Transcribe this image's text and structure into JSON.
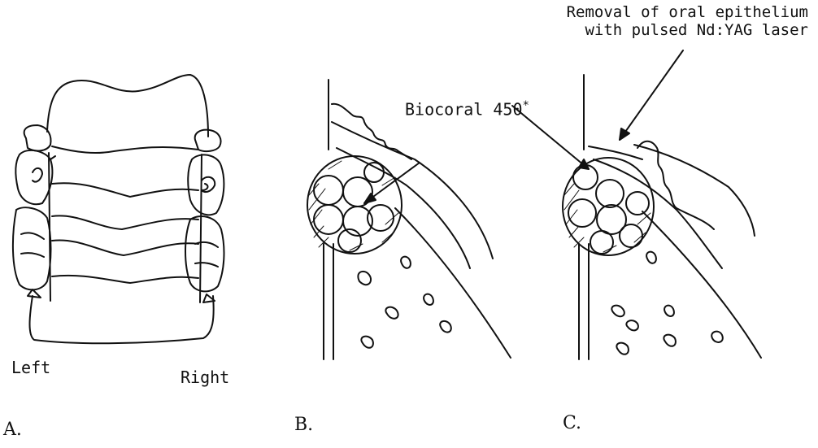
{
  "panels": {
    "a": {
      "letter": "A.",
      "left_label": "Left",
      "right_label": "Right"
    },
    "b": {
      "letter": "B.",
      "material_label": "Biocoral 450",
      "material_mark": "*"
    },
    "c": {
      "letter": "C.",
      "annotation_line1": "Removal of oral epithelium",
      "annotation_line2": "with pulsed Nd:YAG laser"
    }
  },
  "colors": {
    "ink": "#111111",
    "background": "#ffffff"
  }
}
